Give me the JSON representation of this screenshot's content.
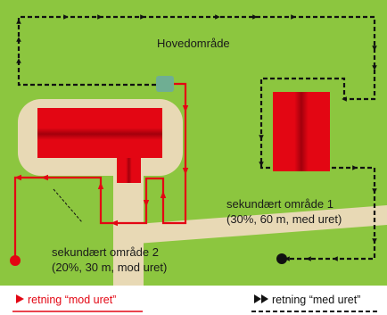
{
  "labels": {
    "main_area": "Hovedområde",
    "secondary_area_1_line1": "sekundært område 1",
    "secondary_area_1_line2": "(30%, 60 m, med uret)",
    "secondary_area_2_line1": "sekundært område 2",
    "secondary_area_2_line2": "(20%, 30 m, mod uret)"
  },
  "legend": {
    "counterclockwise": "retning “mod uret”",
    "clockwise": "retning “med uret”"
  },
  "colors": {
    "lawn": "#8cc63f",
    "path": "#e8d9b5",
    "building": "#e30613",
    "building_dark": "#a3000c",
    "station": "#6fae93",
    "wire_red": "#e30613",
    "wire_black": "#111111",
    "legend_red": "#e30613"
  }
}
